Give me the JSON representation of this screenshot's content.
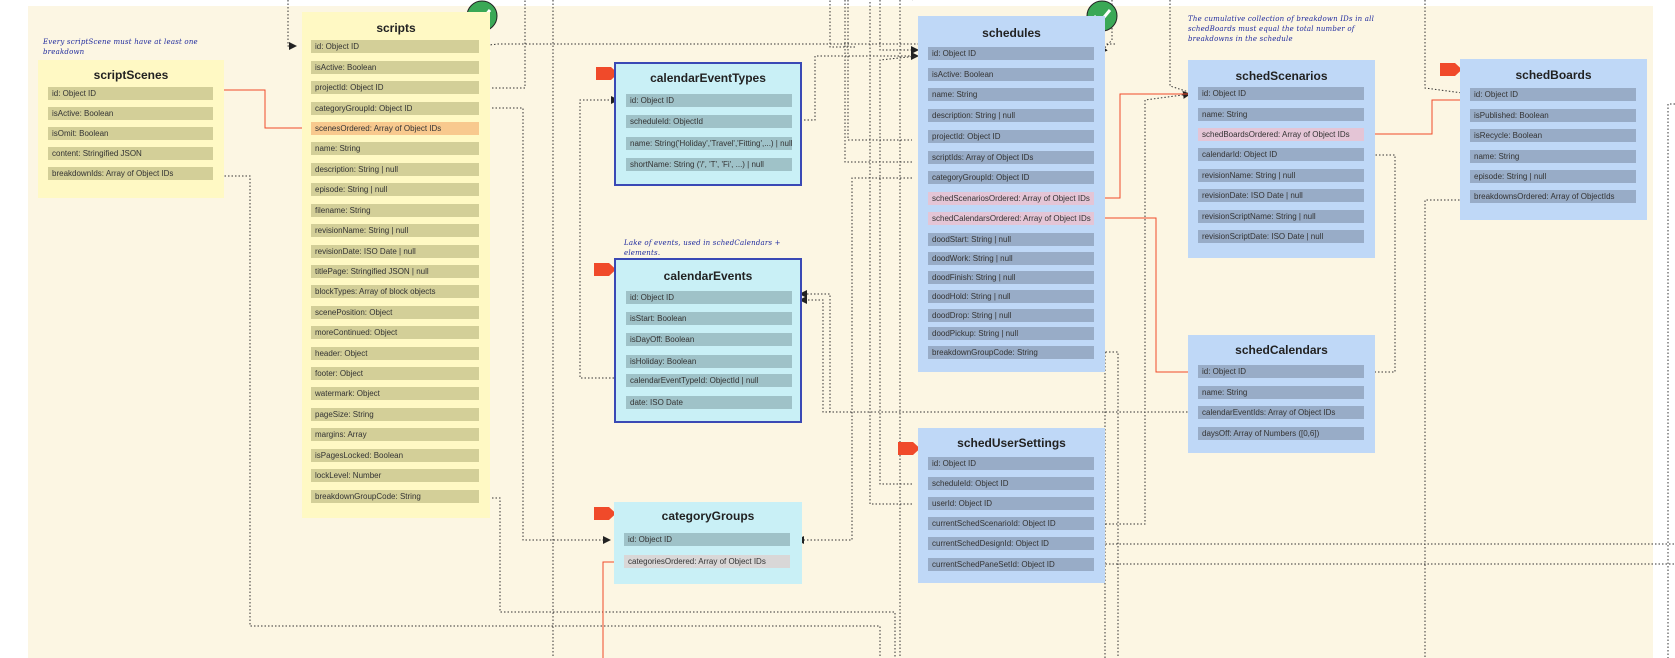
{
  "colors": {
    "board": "#fcf6e3",
    "yellow": "#fff9c4",
    "blue": "#bfd8f7",
    "cyan": "#c9f0f6",
    "accent_red": "#f04a2a",
    "check_green": "#3aa856",
    "note_ink": "#1f2a9e"
  },
  "notes": {
    "scriptScenes": "Every scriptScene must have at least one breakdown",
    "calendarEvents": "Lake of events, used in schedCalendars + elements.",
    "schedScenarios": "The cumulative collection of breakdown IDs in all schedBoards must equal the total number of breakdowns in the schedule"
  },
  "entities": {
    "scriptScenes": {
      "title": "scriptScenes",
      "fields": [
        "id: Object ID",
        "isActive: Boolean",
        "isOmit: Boolean",
        "content: Stringified JSON",
        "breakdownIds: Array of Object IDs"
      ]
    },
    "scripts": {
      "title": "scripts",
      "fields": [
        "id: Object ID",
        "isActive: Boolean",
        "projectId: Object ID",
        "categoryGroupId: Object ID",
        "scenesOrdered: Array of Object IDs",
        "name: String",
        "description: String | null",
        "episode: String | null",
        "filename: String",
        "revisionName: String | null",
        "revisionDate: ISO Date | null",
        "titlePage: Stringified JSON | null",
        "blockTypes: Array of block objects",
        "scenePosition: Object",
        "moreContinued: Object",
        "header: Object",
        "footer: Object",
        "watermark: Object",
        "pageSize: String",
        "margins: Array",
        "isPagesLocked: Boolean",
        "lockLevel: Number",
        "breakdownGroupCode: String"
      ]
    },
    "calendarEventTypes": {
      "title": "calendarEventTypes",
      "fields": [
        "id: Object ID",
        "scheduleId: ObjectId",
        "name: String('Holiday','Travel','Fitting',...) | null",
        "shortName: String ('/', 'T', 'Fi', ...) | null"
      ]
    },
    "calendarEvents": {
      "title": "calendarEvents",
      "fields": [
        "id: Object ID",
        "isStart: Boolean",
        "isDayOff: Boolean",
        "isHoliday: Boolean",
        "calendarEventTypeId: ObjectId | null",
        "date: ISO Date"
      ]
    },
    "categoryGroups": {
      "title": "categoryGroups",
      "fields": [
        "id: Object ID",
        "categoriesOrdered: Array of Object IDs"
      ]
    },
    "schedules": {
      "title": "schedules",
      "fields": [
        "id: Object ID",
        "isActive: Boolean",
        "name: String",
        "description: String | null",
        "projectId: Object ID",
        "scriptIds: Array of Object IDs",
        "categoryGroupId: Object ID",
        "schedScenariosOrdered: Array of Object IDs",
        "schedCalendarsOrdered: Array of Object IDs",
        "doodStart: String | null",
        "doodWork: String | null",
        "doodFinish: String | null",
        "doodHold: String | null",
        "doodDrop: String | null",
        "doodPickup: String | null",
        "breakdownGroupCode: String"
      ]
    },
    "schedUserSettings": {
      "title": "schedUserSettings",
      "fields": [
        "id: Object ID",
        "scheduleId: Object ID",
        "userId: Object ID",
        "currentSchedScenarioId: Object ID",
        "currentSchedDesignId: Object ID",
        "currentSchedPaneSetId: Object ID"
      ]
    },
    "schedScenarios": {
      "title": "schedScenarios",
      "fields": [
        "id: Object ID",
        "name: String",
        "schedBoardsOrdered: Array of Object IDs",
        "calendarId: Object ID",
        "revisionName: String | null",
        "revisionDate: ISO Date | null",
        "revisionScriptName: String | null",
        "revisionScriptDate: ISO Date | null"
      ]
    },
    "schedCalendars": {
      "title": "schedCalendars",
      "fields": [
        "id: Object ID",
        "name: String",
        "calendarEventIds: Array of Object IDs",
        "daysOff: Array of Numbers ([0,6])"
      ]
    },
    "schedBoards": {
      "title": "schedBoards",
      "fields": [
        "id: Object ID",
        "isPublished: Boolean",
        "isRecycle: Boolean",
        "name: String",
        "episode: String | null",
        "breakdownsOrdered: Array of ObjectIds"
      ]
    }
  }
}
